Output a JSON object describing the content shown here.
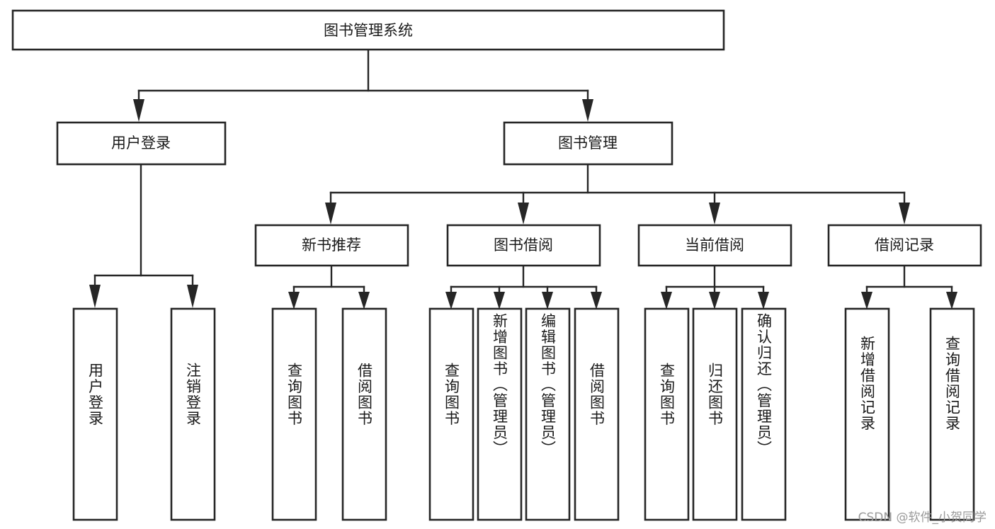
{
  "diagram": {
    "title": "图书管理系统",
    "type": "functional-decomposition-tree",
    "root": {
      "id": "root",
      "label": "图书管理系统"
    },
    "level1": [
      {
        "id": "user-login",
        "label": "用户登录"
      },
      {
        "id": "book-management",
        "label": "图书管理"
      }
    ],
    "level2": [
      {
        "id": "new-book-recommend",
        "label": "新书推荐",
        "parent": "book-management"
      },
      {
        "id": "book-borrow",
        "label": "图书借阅",
        "parent": "book-management"
      },
      {
        "id": "current-borrow",
        "label": "当前借阅",
        "parent": "book-management"
      },
      {
        "id": "borrow-record",
        "label": "借阅记录",
        "parent": "book-management"
      }
    ],
    "leaves": {
      "user_login": [
        {
          "id": "leaf-user-login",
          "label": "用户登录"
        },
        {
          "id": "leaf-user-logout",
          "label": "注销登录"
        }
      ],
      "new_book_recommend": [
        {
          "id": "leaf-query-book-1",
          "label": "查询图书"
        },
        {
          "id": "leaf-borrow-book-1",
          "label": "借阅图书"
        }
      ],
      "book_borrow": [
        {
          "id": "leaf-query-book-2",
          "label": "查询图书"
        },
        {
          "id": "leaf-add-book",
          "label": "新增图书（管理员）"
        },
        {
          "id": "leaf-edit-book",
          "label": "编辑图书（管理员）"
        },
        {
          "id": "leaf-borrow-book-2",
          "label": "借阅图书"
        }
      ],
      "current_borrow": [
        {
          "id": "leaf-query-book-3",
          "label": "查询图书"
        },
        {
          "id": "leaf-return-book",
          "label": "归还图书"
        },
        {
          "id": "leaf-confirm-return",
          "label": "确认归还（管理员）"
        }
      ],
      "borrow_record": [
        {
          "id": "leaf-add-record",
          "label": "新增借阅记录"
        },
        {
          "id": "leaf-query-record",
          "label": "查询借阅记录"
        }
      ]
    },
    "watermark": "CSDN @软件_小贺同学",
    "colors": {
      "stroke": "#262626",
      "fill": "#ffffff",
      "text": "#1a1a1a",
      "watermark": "#9a9a9a",
      "background": "#ffffff"
    }
  }
}
